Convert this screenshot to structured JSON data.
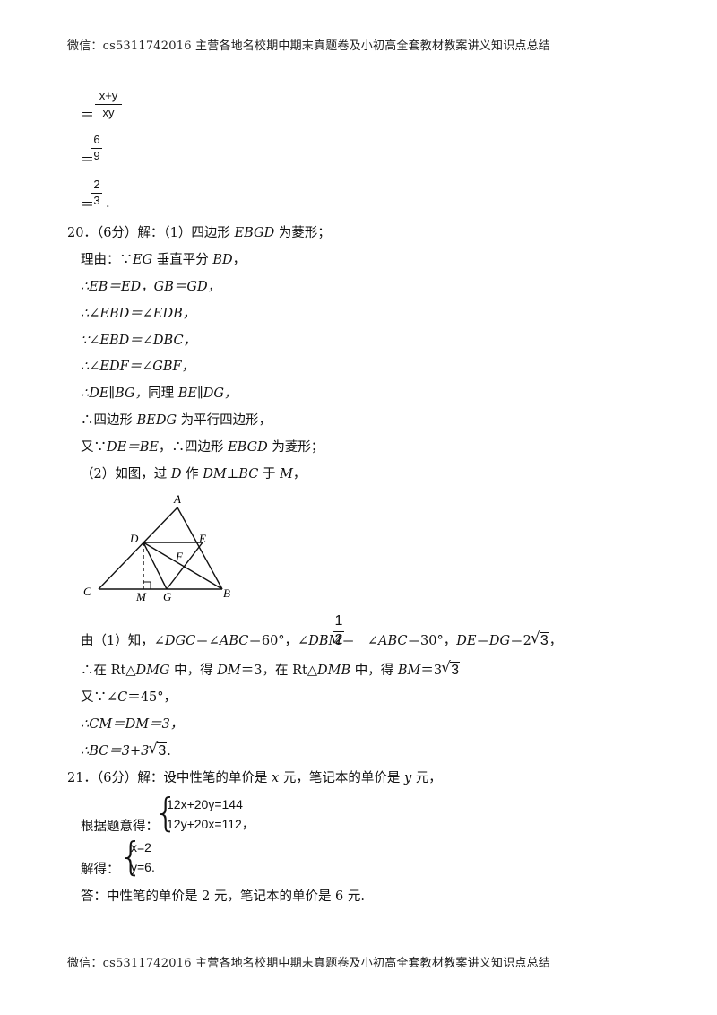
{
  "header": {
    "text": "微信：cs5311742016 主营各地名校期中期末真题卷及小初高全套教材教案讲义知识点总结"
  },
  "footer": {
    "text": "微信：cs5311742016 主营各地名校期中期末真题卷及小初高全套教材教案讲义知识点总结"
  },
  "top": {
    "eq": "＝",
    "f1": {
      "num": "x+y",
      "den": "xy"
    },
    "f2": {
      "num": "6",
      "den": "9"
    },
    "f3": {
      "num": "2",
      "den": "3"
    },
    "end": "."
  },
  "q20": {
    "head_a": "20．（6分）解：（1）四边形 ",
    "head_b": "EBGD",
    "head_c": " 为菱形；",
    "l1a": "理由：∵",
    "l1b": "EG",
    "l1c": " 垂直平分 ",
    "l1d": "BD",
    "l1e": "，",
    "l2": "∴EB＝ED，GB＝GD，",
    "l3": "∴∠EBD＝∠EDB，",
    "l4": "∵∠EBD＝∠DBC，",
    "l5": "∴∠EDF＝∠GBF，",
    "l6a": "∴DE∥BG，",
    "l6b": "同理 ",
    "l6c": "BE∥DG，",
    "l7a": "∴四边形 ",
    "l7b": "BEDG",
    "l7c": " 为平行四边形，",
    "l8a": "又∵",
    "l8b": "DE＝BE",
    "l8c": "，∴四边形 ",
    "l8d": "EBGD",
    "l8e": " 为菱形；",
    "p2a": "（2）如图，过 ",
    "p2b": "D",
    "p2c": " 作 ",
    "p2d": "DM⊥BC",
    "p2e": " 于 ",
    "p2f": "M",
    "p2g": "，",
    "r1a": "由（1）知，∠",
    "r1b": "DGC",
    "r1c": "＝∠",
    "r1d": "ABC",
    "r1e": "＝60°，∠",
    "r1f": "DBM",
    "r1g": "＝",
    "r1half_num": "1",
    "r1half_den": "2",
    "r1h": "∠",
    "r1i": "ABC",
    "r1j": "＝30°，",
    "r1k": "DE",
    "r1l": "＝",
    "r1m": "DG",
    "r1n": "＝2",
    "r1o": "3",
    "r1p": "，",
    "r2a": "∴在 Rt△",
    "r2b": "DMG",
    "r2c": " 中，得 ",
    "r2d": "DM",
    "r2e": "＝3，在 Rt△",
    "r2f": "DMB",
    "r2g": " 中，得 ",
    "r2h": "BM",
    "r2i": "＝3",
    "r2j": "3",
    "r3a": "又∵∠",
    "r3b": "C",
    "r3c": "＝45°，",
    "r4a": "∴CM＝DM＝3，",
    "r5a": "∴BC＝3+3",
    "r5b": "3",
    "r5c": "."
  },
  "figure": {
    "A": "A",
    "D": "D",
    "E": "E",
    "F": "F",
    "C": "C",
    "M": "M",
    "G": "G",
    "B": "B"
  },
  "q21": {
    "head_a": "21．（6分）解：设中性笔的单价是 ",
    "head_b": "x",
    "head_c": " 元，笔记本的单价是 ",
    "head_d": "y",
    "head_e": " 元，",
    "label1": "根据题意得：",
    "sys1_l1": "12x+20y=144",
    "sys1_l2": "12y+20x=112",
    "sys1_end": "，",
    "label2": "解得：",
    "sys2_l1": "x=2",
    "sys2_l2": "y=6",
    "sys2_end": ".",
    "answer": "答：中性笔的单价是 2 元，笔记本的单价是 6 元."
  }
}
